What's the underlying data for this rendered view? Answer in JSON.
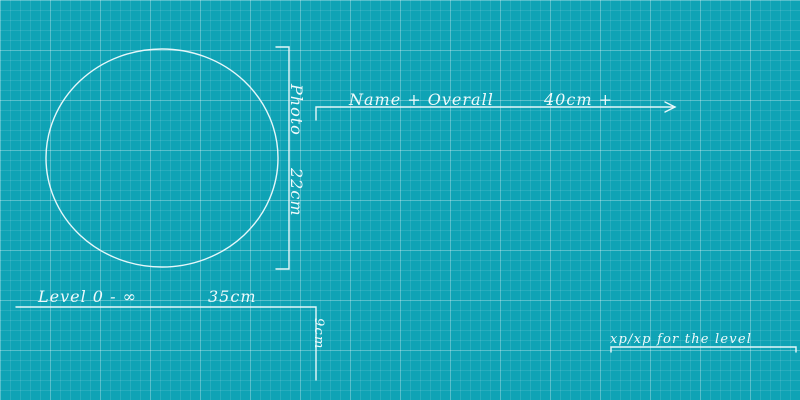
{
  "photo_block": {
    "label": "Photo",
    "size": "22cm"
  },
  "name_block": {
    "label": "Name + Overall",
    "size": "40cm +"
  },
  "level_block": {
    "label": "Level 0 - ∞",
    "size": "35cm",
    "height": "9cm"
  },
  "xp_block": {
    "label": "xp/xp for the level"
  }
}
